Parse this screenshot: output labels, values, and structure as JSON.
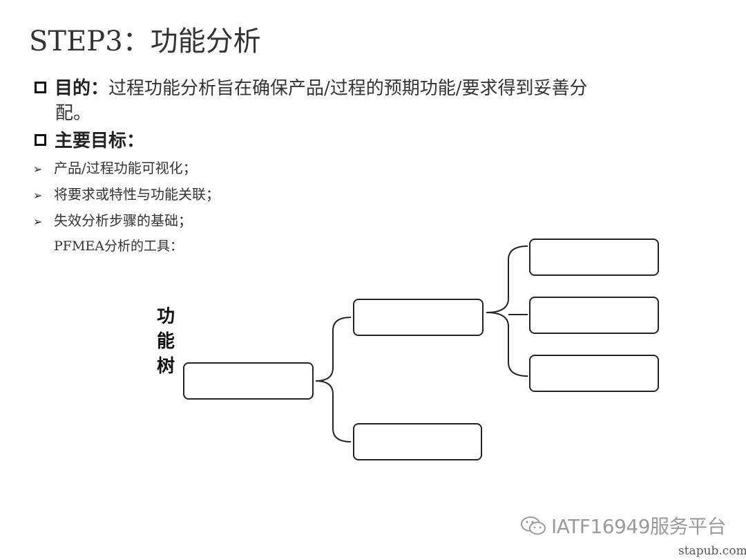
{
  "title": "STEP3：功能分析",
  "purpose": {
    "label": "目的：",
    "text_line1": "过程功能分析旨在确保产品/过程的预期功能/要求得到妥善分",
    "text_line2": "配。"
  },
  "main_goals": {
    "label": "主要目标：",
    "items": [
      "产品/过程功能可视化；",
      "将要求或特性与功能关联；",
      "失效分析步骤的基础；"
    ],
    "extra_line": "PFMEA分析的工具："
  },
  "function_tree": {
    "label": "功能树"
  },
  "watermark": {
    "text": "IATF16949服务平台",
    "icon": "wechat-icon"
  },
  "site": "stapub.com",
  "colors": {
    "text": "#333333",
    "box_stroke": "#222222",
    "watermark": "#9a9a9a"
  }
}
